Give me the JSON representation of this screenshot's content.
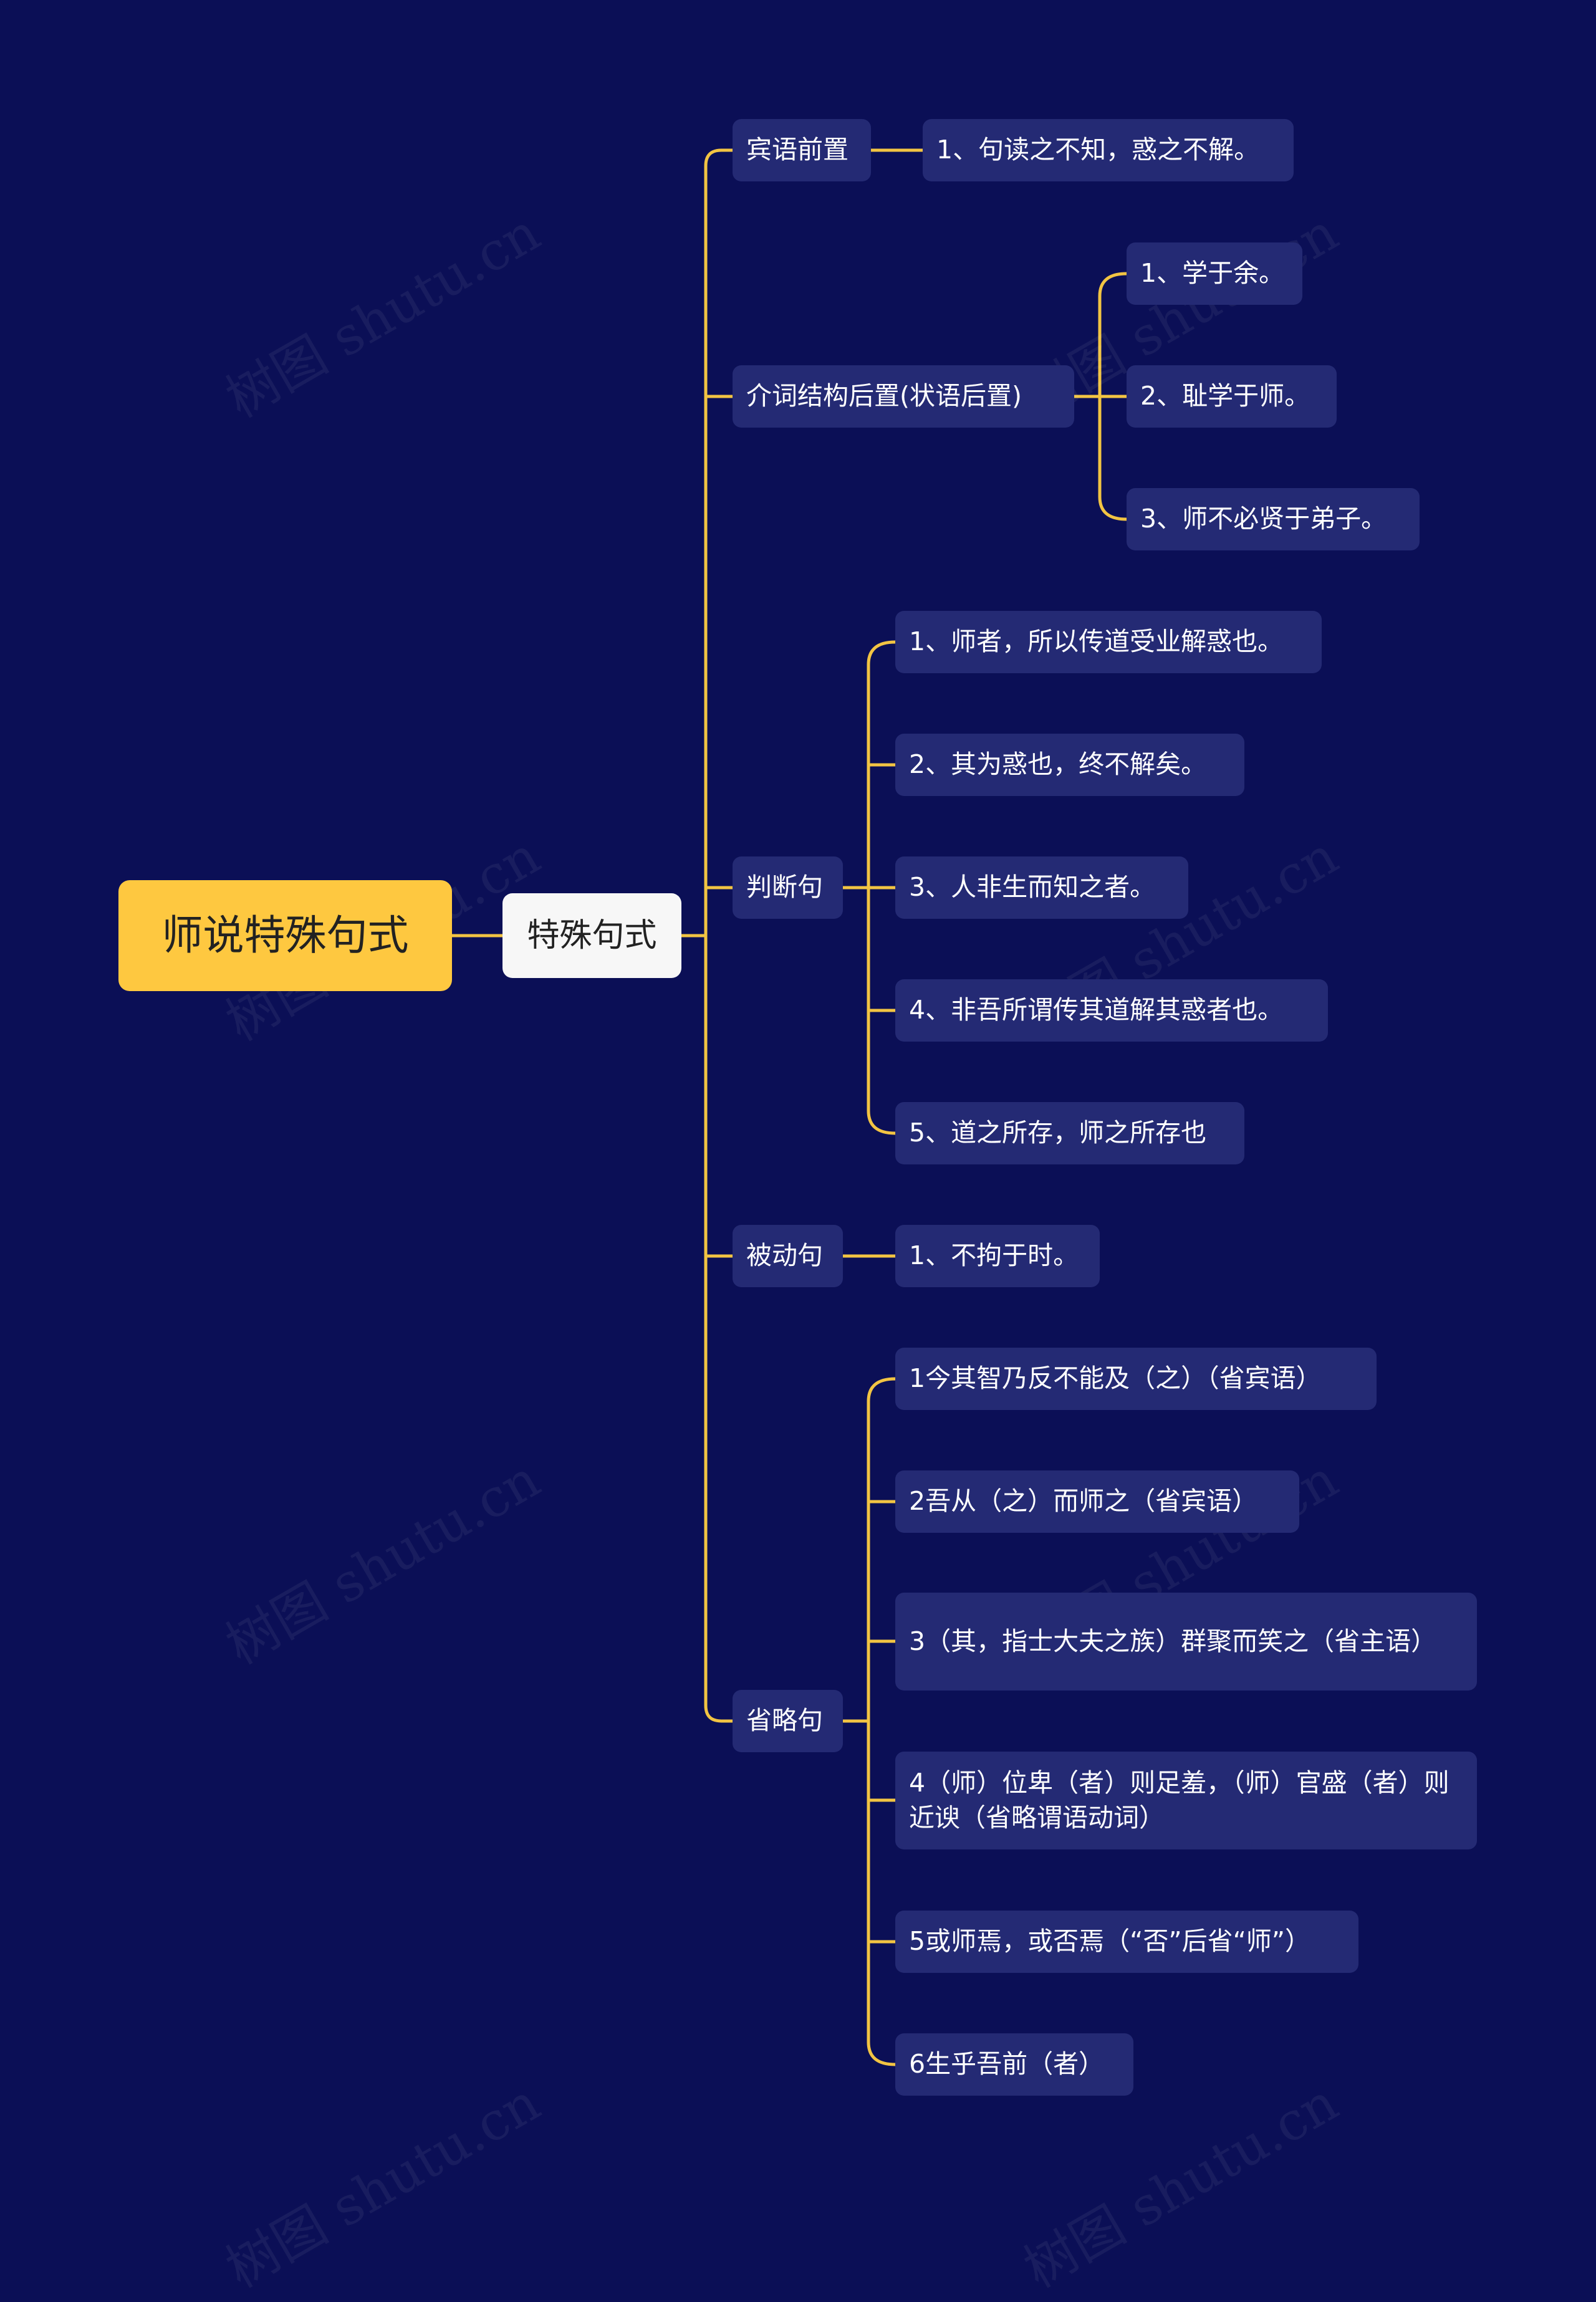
{
  "root": {
    "label": "师说特殊句式"
  },
  "sub": {
    "label": "特殊句式"
  },
  "categories": [
    {
      "label": "宾语前置",
      "items": [
        "1、句读之不知，惑之不解。"
      ]
    },
    {
      "label": "介词结构后置(状语后置)",
      "items": [
        "1、学于余。",
        "2、耻学于师。",
        "3、师不必贤于弟子。"
      ]
    },
    {
      "label": "判断句",
      "items": [
        "1、师者，所以传道受业解惑也。",
        "2、其为惑也，终不解矣。",
        "3、人非生而知之者。",
        "4、非吾所谓传其道解其惑者也。",
        "5、道之所存，师之所存也"
      ]
    },
    {
      "label": "被动句",
      "items": [
        "1、不拘于时。"
      ]
    },
    {
      "label": "省略句",
      "items": [
        "1今其智乃反不能及（之）（省宾语）",
        "2吾从（之）而师之（省宾语）",
        "3（其，指士大夫之族）群聚而笑之（省主语）",
        "4（师）位卑（者）则足羞，（师）官盛（者）则近谀（省略谓语动词）",
        "5或师焉，或否焉（“否”后省“师”）",
        "6生乎吾前（者）"
      ]
    }
  ],
  "watermark": "树图 shutu.cn",
  "colors": {
    "background": "#0b0f56",
    "root_fill": "#fec840",
    "sub_fill": "#f7f7f7",
    "node_fill": "#242a74",
    "connector": "#f2c443"
  }
}
